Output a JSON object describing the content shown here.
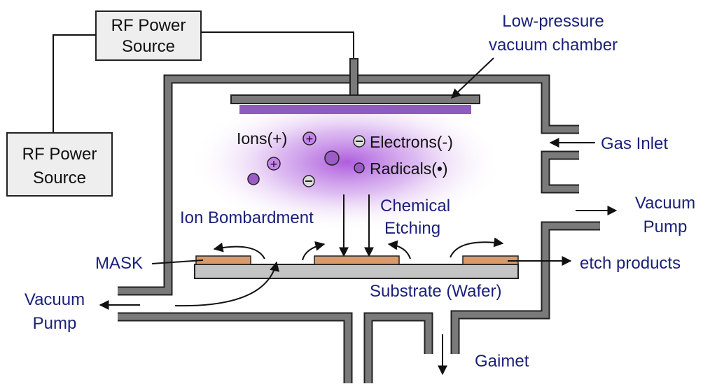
{
  "labels": {
    "rf_source_top": [
      "RF Power",
      "Source"
    ],
    "rf_source_left": [
      "RF Power",
      "Source"
    ],
    "chamber": [
      "Low-pressure",
      "vacuum chamber"
    ],
    "gas_inlet": "Gas Inlet",
    "vacuum_pump_right": [
      "Vacuum",
      "Pump"
    ],
    "vacuum_pump_left": [
      "Vacuum",
      "Pump"
    ],
    "ions": "Ions(+)",
    "electrons": "Electrons(-)",
    "radicals": "Radicals(•)",
    "ion_bombardment": "Ion Bombardment",
    "chemical_etching": [
      "Chemical",
      "Etching"
    ],
    "mask": "MASK",
    "etch_products": "etch products",
    "substrate": "Substrate (Wafer)",
    "gaimet": "Gaimet"
  },
  "colors": {
    "wall": "#7a7a7a",
    "plasma": "#9b3fd0",
    "electrode_coating": "#8e5bbf",
    "mask": "#d99a6c",
    "substrate": "#c4c4c4",
    "label_text": "#1a1f7a"
  }
}
